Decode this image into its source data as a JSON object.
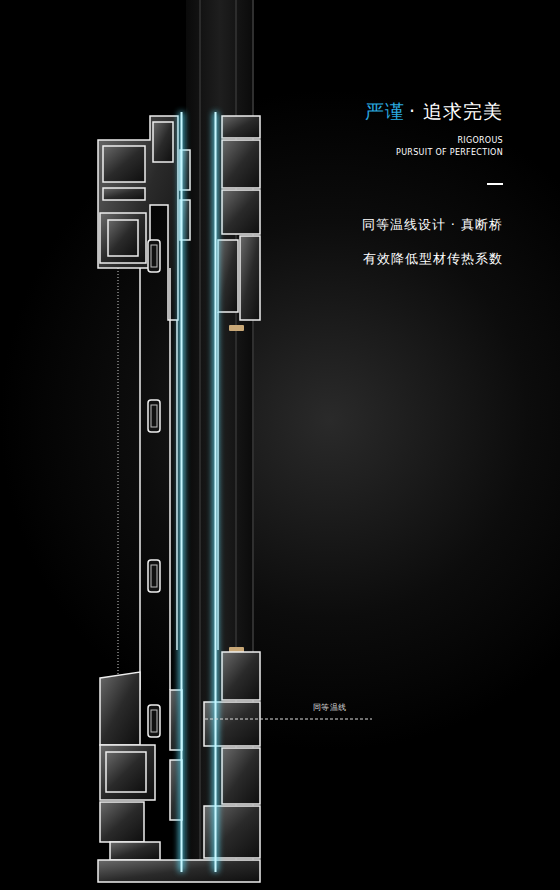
{
  "diagram": {
    "labels": [
      "严谨",
      "· 追求完美",
      "RIGOROUS",
      "PURSUIT OF PERFECTION",
      "同等温线设计 · 真断桥",
      "有效降低型材传热系数",
      "同等温线"
    ]
  }
}
